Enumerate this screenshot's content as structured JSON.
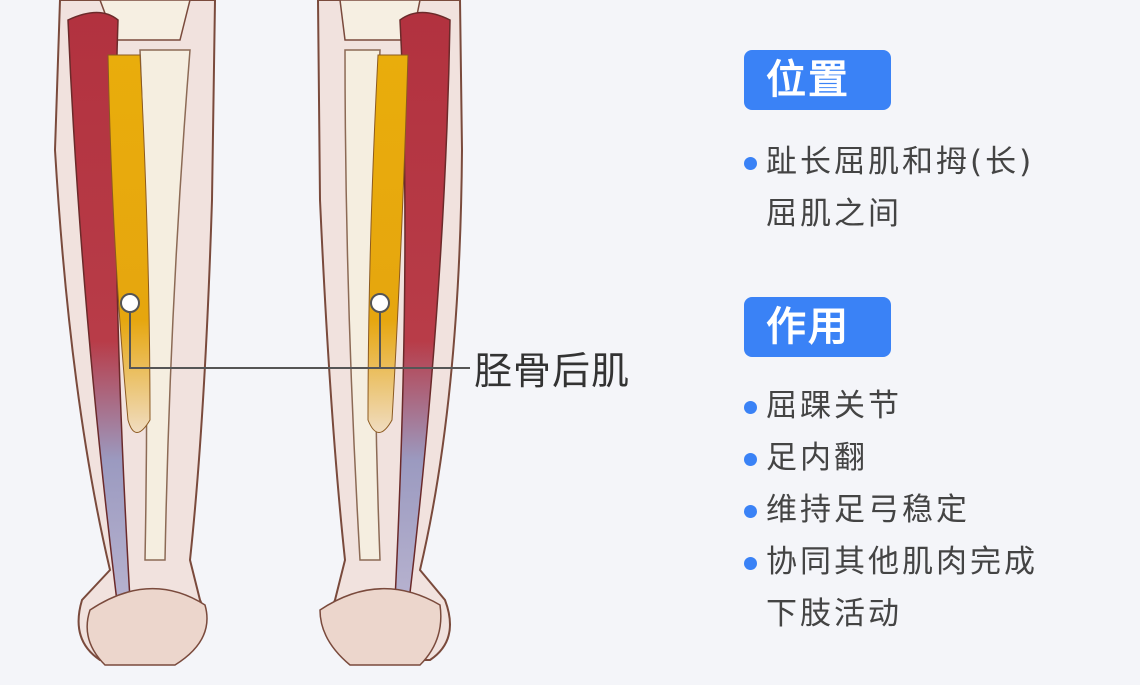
{
  "illustration": {
    "muscle_label": "胫骨后肌",
    "colors": {
      "muscle_red": "#b83a45",
      "tendon_yellow": "#e8aa10",
      "skin": "#f1e2de",
      "bone": "#f3ead8",
      "accent": "#3a82f6"
    }
  },
  "position_section": {
    "title": "位置",
    "items": [
      {
        "line1": "趾长屈肌和拇(长)",
        "line2": "屈肌之间"
      }
    ]
  },
  "function_section": {
    "title": "作用",
    "items": [
      {
        "line1": "屈踝关节"
      },
      {
        "line1": "足内翻"
      },
      {
        "line1": "维持足弓稳定"
      },
      {
        "line1": "协同其他肌肉完成",
        "line2": "下肢活动"
      }
    ]
  }
}
